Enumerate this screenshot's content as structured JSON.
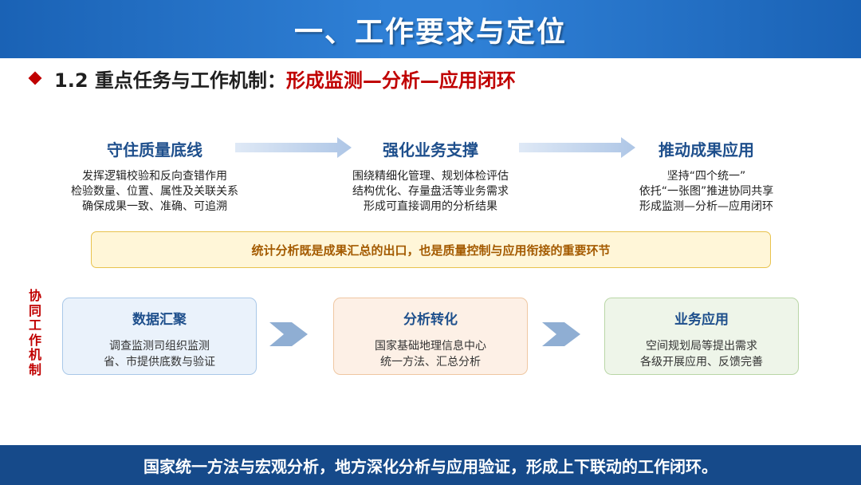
{
  "header": {
    "title": "一、工作要求与定位"
  },
  "subtitle": {
    "prefix": "1.2 重点任务与工作机制：",
    "accent": "形成监测—分析—应用闭环"
  },
  "stages": [
    {
      "title": "守住质量底线",
      "lines": [
        "发挥逻辑校验和反向查错作用",
        "检验数量、位置、属性及关联关系",
        "确保成果一致、准确、可追溯"
      ]
    },
    {
      "title": "强化业务支撑",
      "lines": [
        "围绕精细化管理、规划体检评估",
        "结构优化、存量盘活等业务需求",
        "形成可直接调用的分析结果"
      ]
    },
    {
      "title": "推动成果应用",
      "lines": [
        "坚持“四个统一”",
        "依托“一张图”推进协同共享",
        "形成监测—分析—应用闭环"
      ]
    }
  ],
  "banner": "统计分析既是成果汇总的出口，也是质量控制与应用衔接的重要环节",
  "side_label": "协同工作机制",
  "mechanism": [
    {
      "title": "数据汇聚",
      "lines": [
        "调查监测司组织监测",
        "省、市提供底数与验证"
      ],
      "color": "#a9c8e8"
    },
    {
      "title": "分析转化",
      "lines": [
        "国家基础地理信息中心",
        "统一方法、汇总分析"
      ],
      "color": "#efc7a2"
    },
    {
      "title": "业务应用",
      "lines": [
        "空间规划局等提出需求",
        "各级开展应用、反馈完善"
      ],
      "color": "#b9d6a6"
    }
  ],
  "footer": "国家统一方法与宏观分析，地方深化分析与应用验证，形成上下联动的工作闭环。",
  "colors": {
    "header_blue": "#2f80d6",
    "accent_red": "#c00000",
    "title_blue": "#1e4f8c",
    "footer_blue": "#164a8a",
    "arrow_blue": "#b8cde8",
    "chevron_blue": "#8faed3"
  },
  "icons": [
    "diamond-bullet-icon",
    "right-arrow-icon",
    "chevron-right-icon"
  ]
}
